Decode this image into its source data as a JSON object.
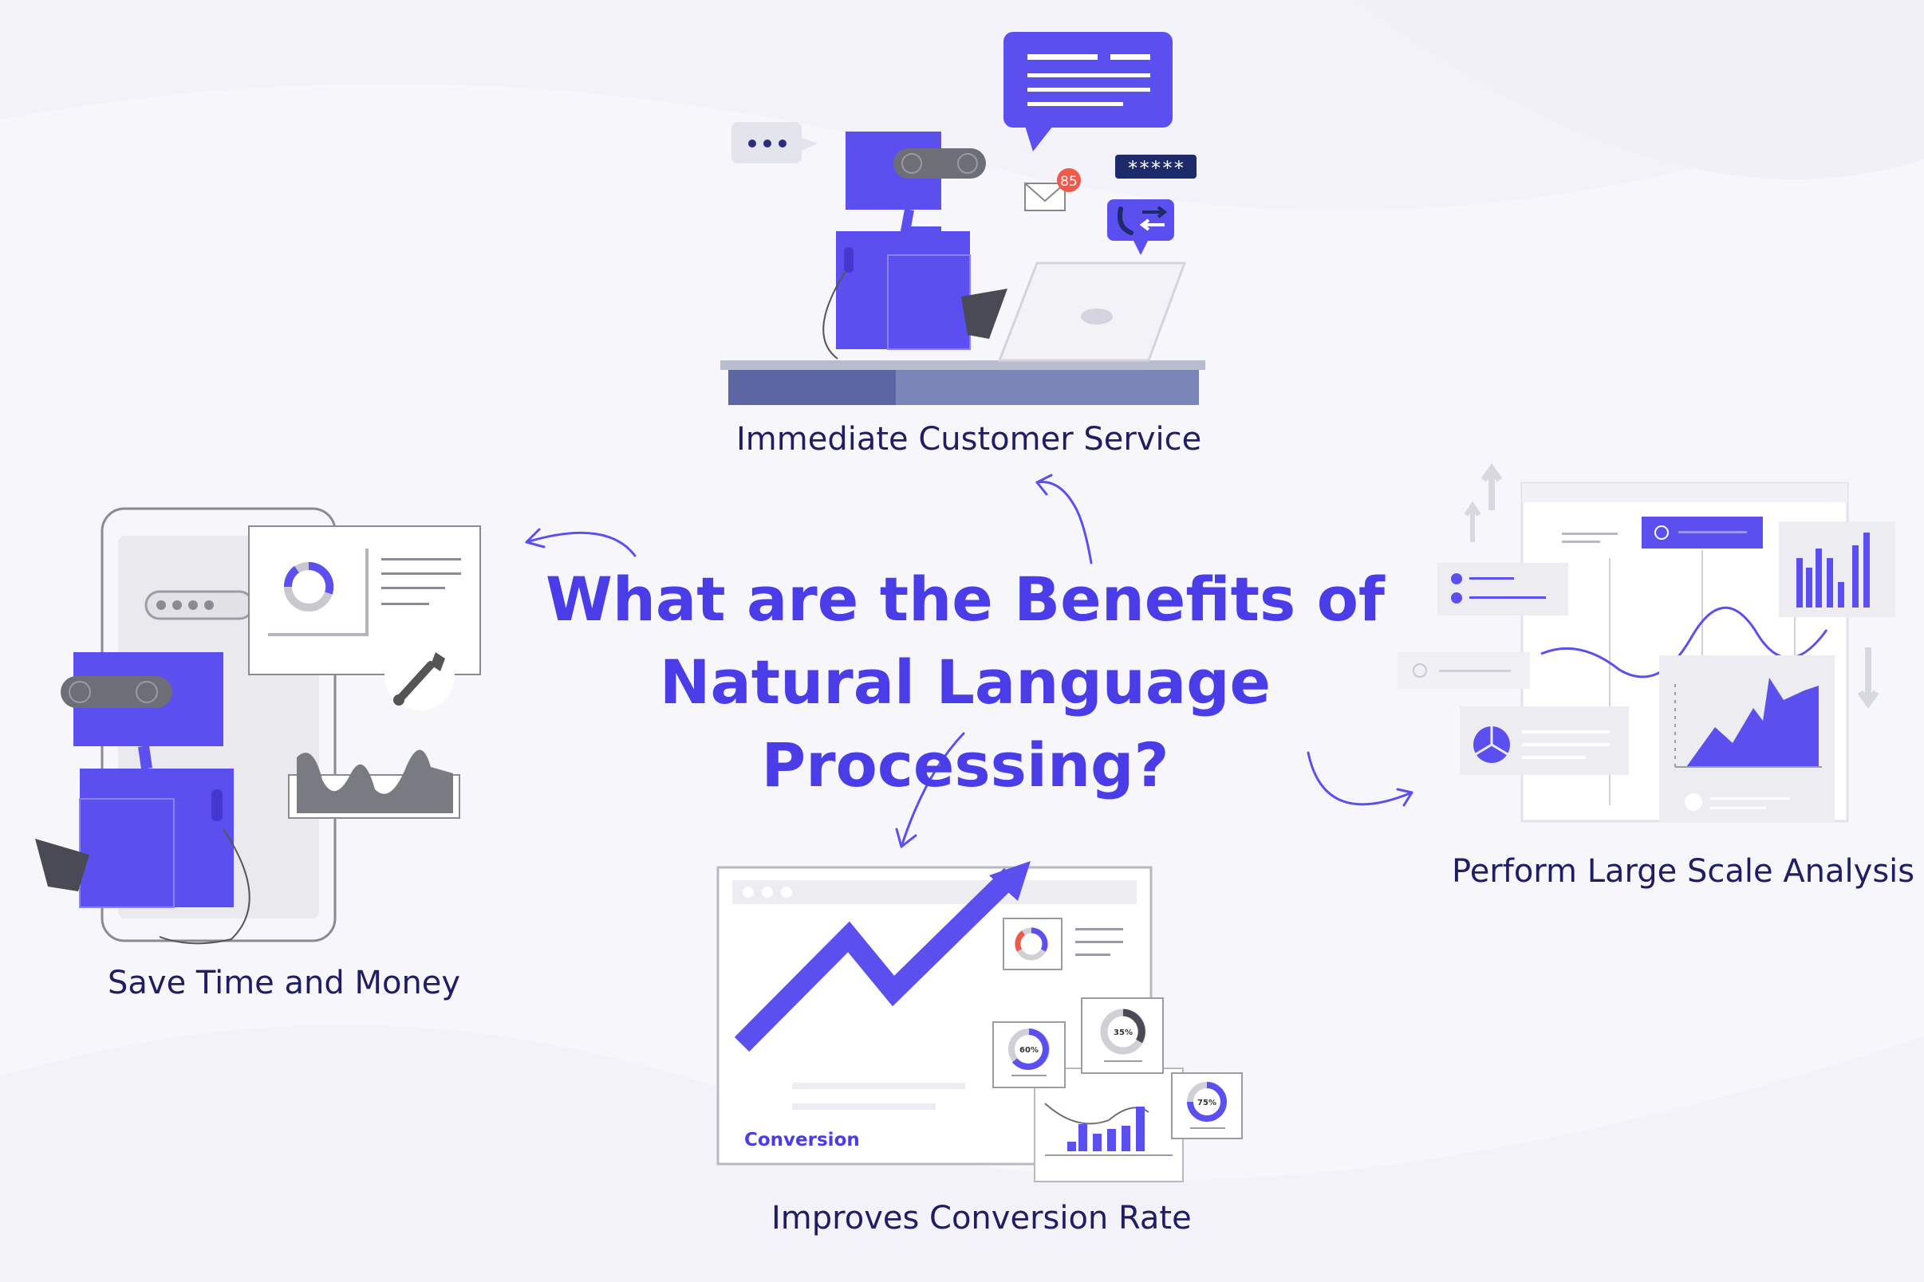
{
  "title": {
    "line1": "What are the Benefits of",
    "line2": "Natural Language Processing?"
  },
  "benefits": {
    "customer_service": "Immediate Customer Service",
    "analysis": "Perform Large Scale Analysis",
    "conversion_rate": "Improves Conversion Rate",
    "save_time": "Save Time and Money"
  },
  "illustration_text": {
    "password_mask": "*****",
    "mail_count": "85",
    "conversion_card": "Conversion",
    "donut_60": "60%",
    "donut_35": "35%",
    "donut_75": "75%"
  },
  "colors": {
    "accent": "#5b4ff0",
    "title": "#4a3de8",
    "label": "#1f1d66",
    "gray": "#8a8a92",
    "navy": "#1d2b6b",
    "badge": "#f05a4a"
  },
  "icons": [
    "robot-icon",
    "chat-bubble-icon",
    "mail-icon",
    "phone-icon",
    "wrench-icon",
    "trend-arrow-icon",
    "bar-chart-icon",
    "donut-chart-icon",
    "pie-chart-icon",
    "area-chart-icon"
  ]
}
